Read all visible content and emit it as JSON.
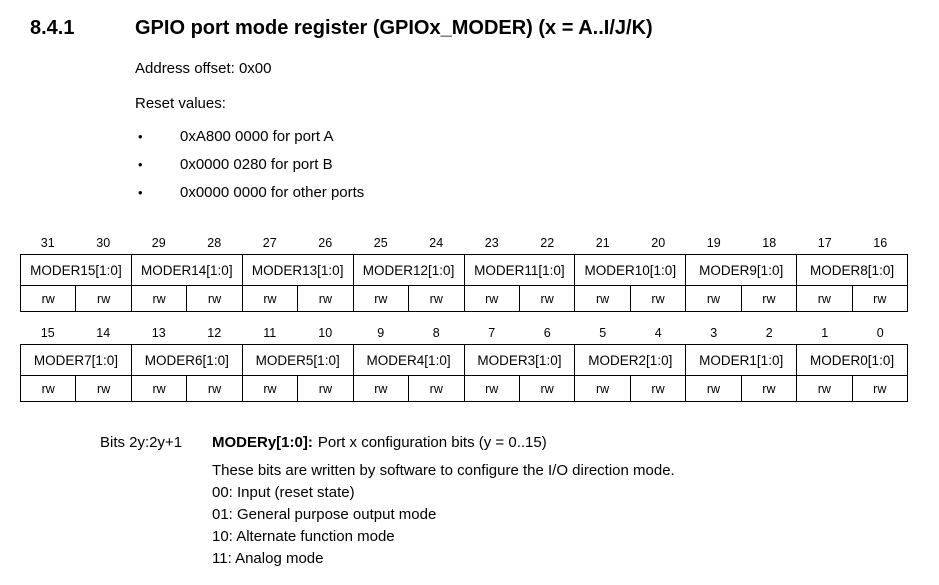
{
  "section": {
    "number": "8.4.1",
    "title": "GPIO port mode register (GPIOx_MODER) (x = A..I/J/K)"
  },
  "intro": {
    "address_offset": "Address offset: 0x00",
    "reset_values_label": "Reset values:"
  },
  "reset_values": [
    {
      "bullet": "•",
      "text": "0xA800 0000 for port A"
    },
    {
      "bullet": "•",
      "text": "0x0000 0280 for port B"
    },
    {
      "bullet": "•",
      "text": "0x0000 0000 for other ports"
    }
  ],
  "register": {
    "high_half": {
      "bit_numbers": [
        "31",
        "30",
        "29",
        "28",
        "27",
        "26",
        "25",
        "24",
        "23",
        "22",
        "21",
        "20",
        "19",
        "18",
        "17",
        "16"
      ],
      "fields": [
        "MODER15[1:0]",
        "MODER14[1:0]",
        "MODER13[1:0]",
        "MODER12[1:0]",
        "MODER11[1:0]",
        "MODER10[1:0]",
        "MODER9[1:0]",
        "MODER8[1:0]"
      ],
      "access": [
        "rw",
        "rw",
        "rw",
        "rw",
        "rw",
        "rw",
        "rw",
        "rw",
        "rw",
        "rw",
        "rw",
        "rw",
        "rw",
        "rw",
        "rw",
        "rw"
      ]
    },
    "low_half": {
      "bit_numbers": [
        "15",
        "14",
        "13",
        "12",
        "11",
        "10",
        "9",
        "8",
        "7",
        "6",
        "5",
        "4",
        "3",
        "2",
        "1",
        "0"
      ],
      "fields": [
        "MODER7[1:0]",
        "MODER6[1:0]",
        "MODER5[1:0]",
        "MODER4[1:0]",
        "MODER3[1:0]",
        "MODER2[1:0]",
        "MODER1[1:0]",
        "MODER0[1:0]"
      ],
      "access": [
        "rw",
        "rw",
        "rw",
        "rw",
        "rw",
        "rw",
        "rw",
        "rw",
        "rw",
        "rw",
        "rw",
        "rw",
        "rw",
        "rw",
        "rw",
        "rw"
      ]
    }
  },
  "description": {
    "bits_label": "Bits 2y:2y+1",
    "field_name": "MODERy[1:0]:",
    "summary": "Port x configuration bits (y = 0..15)",
    "detail": "These bits are written by software to configure the I/O direction mode.",
    "modes": [
      "00: Input (reset state)",
      "01: General purpose output mode",
      "10: Alternate function mode",
      "11: Analog mode"
    ]
  }
}
